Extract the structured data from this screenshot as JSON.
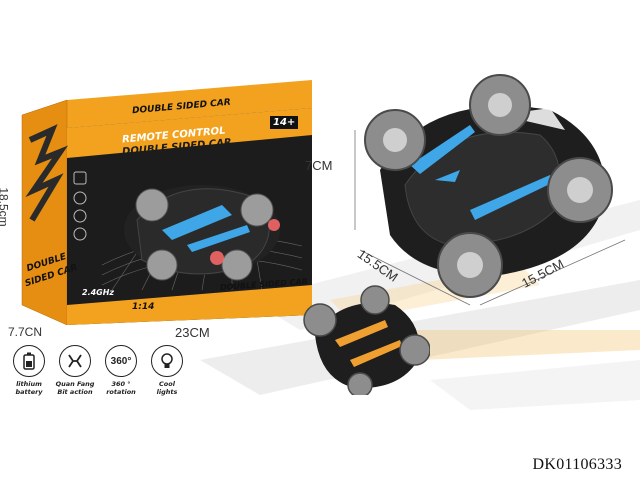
{
  "box": {
    "top_label": "DOUBLE SIDED CAR",
    "title_line1": "REMOTE CONTROL",
    "title_line2": "DOUBLE SIDED CAR",
    "age_badge": "14+",
    "side_label_line1": "DOUBLE",
    "side_label_line2": "SIDED CAR",
    "freq": "2.4GHz",
    "scale": "1:14",
    "bottom_label": "DOUBLE SIDED CAR"
  },
  "dimensions": {
    "box_height": "18.5cm",
    "box_depth": "7.7CN",
    "box_width": "23CM",
    "car_height": "7CM",
    "car_width": "15.5CM",
    "car_length": "15.5CM"
  },
  "features": [
    {
      "icon": "battery-icon",
      "label_line1": "lithium",
      "label_line2": "battery"
    },
    {
      "icon": "wheel-icon",
      "label_line1": "Quan Fang",
      "label_line2": "Bit action"
    },
    {
      "icon": "rotation-360-icon",
      "glyph": "360°",
      "label_line1": "360 °",
      "label_line2": "rotation"
    },
    {
      "icon": "bulb-icon",
      "label_line1": "Cool",
      "label_line2": "lights"
    }
  ],
  "product_code": "DK01106333",
  "colors": {
    "box_orange": "#f3a21f",
    "car_black": "#1e1e1e",
    "accent_blue": "#3fa7e8"
  }
}
